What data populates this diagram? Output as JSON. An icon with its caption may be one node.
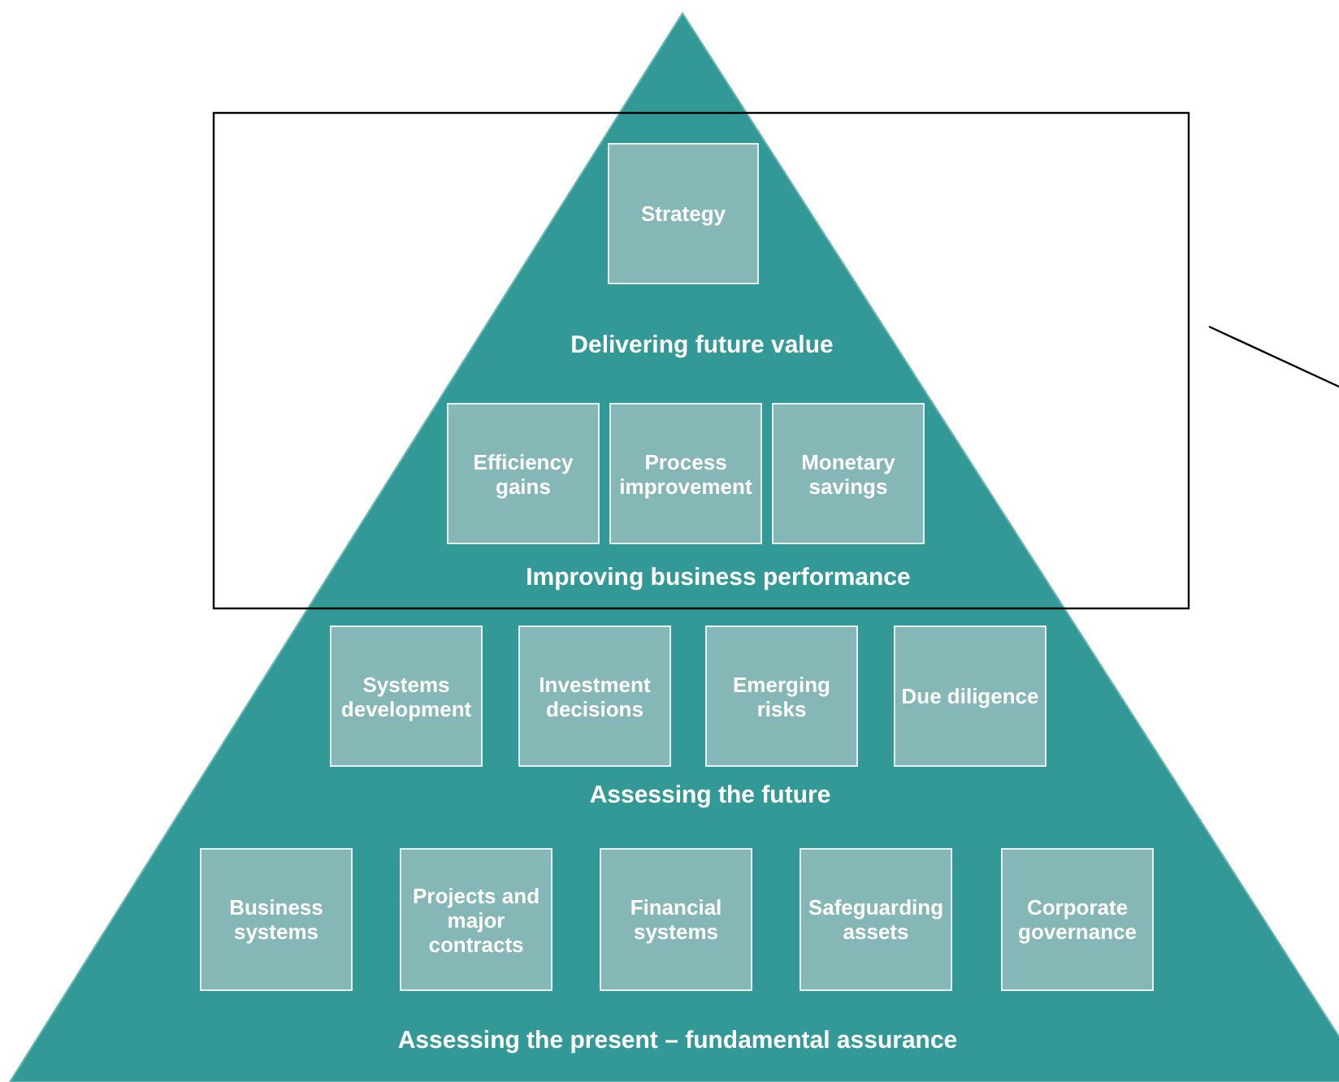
{
  "diagram": {
    "nodes": [
      {
        "text": [
          "Delivering future value",
          "Improving business performance",
          "Assessing the future",
          "Assessing the present – fundamental assurance"
        ]
      },
      {
        "text": [
          "Strategy"
        ],
        "in": 0
      },
      {
        "text": [
          "Efficiency gains"
        ],
        "in": 0
      },
      {
        "text": [
          "Process improvement"
        ],
        "in": 0
      },
      {
        "text": [
          "Monetary savings"
        ],
        "in": 0
      },
      {
        "text": [
          "Systems development"
        ],
        "in": 0
      },
      {
        "text": [
          "Investment decisions"
        ],
        "in": 0
      },
      {
        "text": [
          "Emerging risks"
        ],
        "in": 0
      },
      {
        "text": [
          "Due diligence"
        ],
        "in": 0
      },
      {
        "text": [
          "Business systems"
        ],
        "in": 0
      },
      {
        "text": [
          "Projects and major contracts"
        ],
        "in": 0
      },
      {
        "text": [
          "Financial systems"
        ],
        "in": 0
      },
      {
        "text": [
          "Safeguarding assets"
        ],
        "in": 0
      },
      {
        "text": [
          "Corporate governance"
        ],
        "in": 0
      }
    ]
  }
}
